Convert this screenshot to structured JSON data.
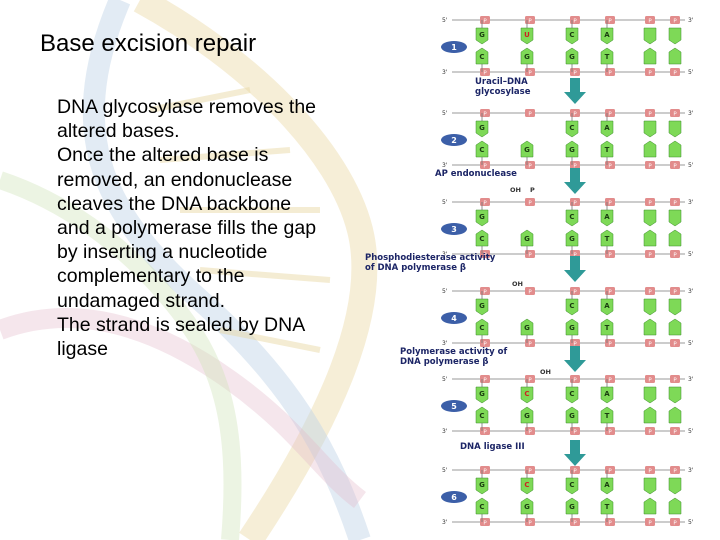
{
  "slide": {
    "title": "Base excision repair",
    "paragraphs": [
      "DNA glycosylase removes the altered bases.",
      "Once the altered base is removed, an endonuclease cleaves the DNA backbone and a polymerase fills the gap by inserting a nucleotide complementary to the undamaged strand.",
      "The strand is sealed by DNA ligase"
    ]
  },
  "diagram": {
    "ends": {
      "five": "5'",
      "three": "3'"
    },
    "backbone_letter": "P",
    "labels": {
      "oh": "OH",
      "p": "P",
      "beta_symbol": "β"
    },
    "steps": [
      {
        "number": "1",
        "top": [
          "G",
          "U",
          "C",
          "A"
        ],
        "bottom": [
          "C",
          "G",
          "G",
          "T"
        ],
        "highlight": "U"
      },
      {
        "number": "2",
        "top": [
          "G",
          "",
          "C",
          "A"
        ],
        "bottom": [
          "C",
          "G",
          "G",
          "T"
        ]
      },
      {
        "number": "3",
        "top": [
          "G",
          "",
          "C",
          "A"
        ],
        "bottom": [
          "C",
          "G",
          "G",
          "T"
        ]
      },
      {
        "number": "4",
        "top": [
          "G",
          "",
          "C",
          "A"
        ],
        "bottom": [
          "C",
          "G",
          "G",
          "T"
        ]
      },
      {
        "number": "5",
        "top": [
          "G",
          "C",
          "C",
          "A"
        ],
        "bottom": [
          "C",
          "G",
          "G",
          "T"
        ],
        "highlight": "C"
      },
      {
        "number": "6",
        "top": [
          "G",
          "C",
          "C",
          "A"
        ],
        "bottom": [
          "C",
          "G",
          "G",
          "T"
        ],
        "highlight": "C"
      }
    ],
    "enzymes": [
      {
        "text": "Uracil–DNA glycosylase"
      },
      {
        "text": "AP endonuclease"
      },
      {
        "text": "Phosphodiesterase activity of DNA polymerase β"
      },
      {
        "text": "Polymerase activity of DNA polymerase β"
      },
      {
        "text": "DNA ligase III"
      }
    ],
    "colors": {
      "backbone": "#e28c8c",
      "base_fill": "#7ed957",
      "step_badge": "#3c5fa8",
      "arrow": "#2f9a98",
      "label": "#1c2566",
      "highlight_base": "#cc2222"
    }
  }
}
